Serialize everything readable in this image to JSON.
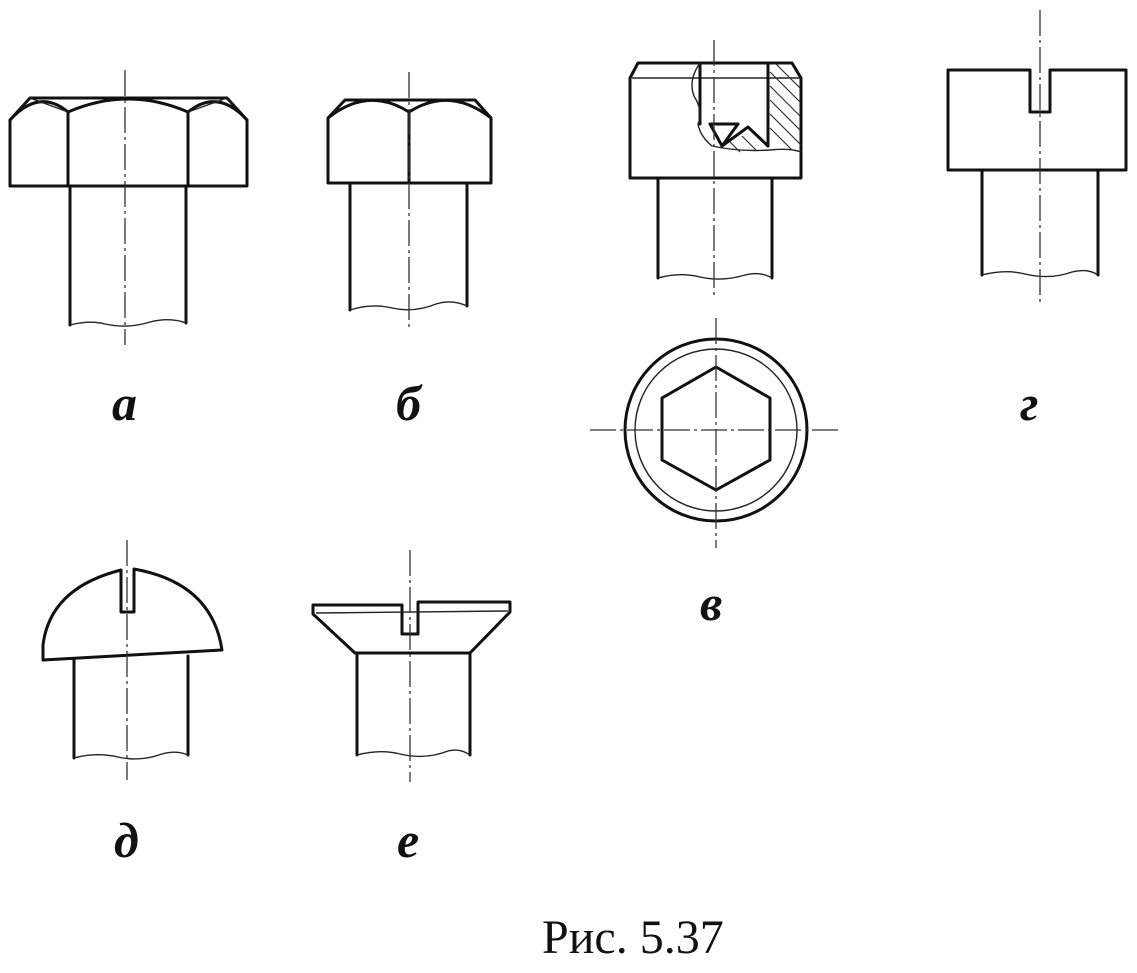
{
  "figure": {
    "caption": "Рис. 5.37",
    "panels": [
      {
        "id": "a",
        "label": "а",
        "depicts": "hex-head-bolt-wide"
      },
      {
        "id": "b",
        "label": "б",
        "depicts": "hex-head-bolt-narrow"
      },
      {
        "id": "v",
        "label": "в",
        "depicts": "socket-head-cap-screw"
      },
      {
        "id": "g",
        "label": "г",
        "depicts": "slotted-cylinder-head-screw"
      },
      {
        "id": "d",
        "label": "д",
        "depicts": "slotted-round-head-screw"
      },
      {
        "id": "e",
        "label": "е",
        "depicts": "slotted-countersunk-head-screw"
      }
    ]
  },
  "colors": {
    "line": "#111111",
    "background": "#ffffff"
  }
}
